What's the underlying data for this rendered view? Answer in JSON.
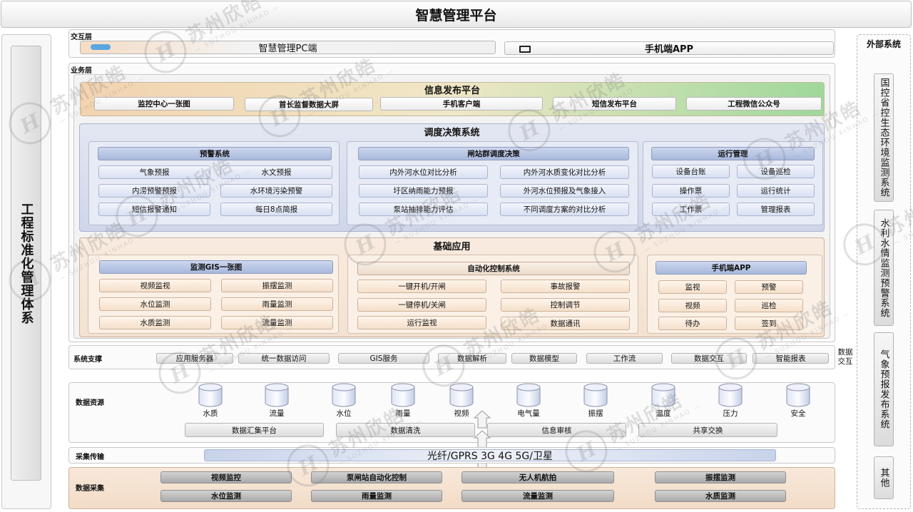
{
  "title": "智慧管理平台",
  "left_label": "工程标准化管理体系",
  "external": {
    "title": "外部系统",
    "items": [
      "国控省控生态环境监测系统",
      "水利水情监测预警系统",
      "气象预报发布系统",
      "其他"
    ]
  },
  "interaction": {
    "label": "交互层",
    "pc": "智慧管理PC端",
    "app": "手机端APP"
  },
  "business": {
    "label": "业务层",
    "info_platform": {
      "title": "信息发布平台",
      "items": [
        "监控中心一张图",
        "首长监督数据大屏",
        "手机客户端",
        "短信发布平台",
        "工程微信公众号"
      ]
    },
    "dispatch": {
      "title": "调度决策系统",
      "warning": {
        "title": "预警系统",
        "items": [
          "气象预报",
          "水文预报",
          "内涝预警预报",
          "水环境污染预警",
          "短信报警通知",
          "每日8点简报"
        ]
      },
      "gates": {
        "title": "闸站群调度决策",
        "items": [
          "内外河水位对比分析",
          "内外河水质变化对比分析",
          "圩区纳雨能力预报",
          "外河水位预报及气象接入",
          "泵站抽排能力评估",
          "不同调度方案的对比分析"
        ]
      },
      "ops": {
        "title": "运行管理",
        "items": [
          "设备台账",
          "设备巡检",
          "操作票",
          "运行统计",
          "工作票",
          "管理报表"
        ]
      }
    },
    "basic": {
      "title": "基础应用",
      "gis": {
        "title": "监测GIS一张图",
        "items": [
          "视频监视",
          "振摆监测",
          "水位监测",
          "雨量监测",
          "水质监测",
          "流量监测"
        ]
      },
      "auto": {
        "title": "自动化控制系统",
        "items": [
          "一键开机/开闸",
          "事故报警",
          "一键停机/关闸",
          "控制调节",
          "运行监视",
          "数据通讯"
        ]
      },
      "app": {
        "title": "手机端APP",
        "items": [
          "监视",
          "预警",
          "视频",
          "巡检",
          "待办",
          "签到"
        ]
      }
    }
  },
  "support": {
    "label": "系统支撑",
    "items": [
      "应用服务器",
      "统一数据访问",
      "GIS服务",
      "数据解析",
      "数据模型",
      "工作流",
      "数据交互",
      "智能报表"
    ],
    "side": "数据交互"
  },
  "resources": {
    "label": "数据资源",
    "dbs": [
      "水质",
      "流量",
      "水位",
      "雨量",
      "视频",
      "电气量",
      "振摆",
      "温度",
      "压力",
      "安全"
    ],
    "platforms": [
      "数据汇集平台",
      "数据清洗",
      "信息审核",
      "共享交换"
    ]
  },
  "transport": {
    "label": "采集传输",
    "text": "光纤/GPRS 3G 4G 5G/卫星"
  },
  "collection": {
    "label": "数据采集",
    "items": [
      "视频监控",
      "泵闸站自动化控制",
      "无人机航拍",
      "振摆监测",
      "水位监测",
      "雨量监测",
      "流量监测",
      "水质监测"
    ]
  },
  "watermark": {
    "cn": "苏州欣皓",
    "en": "SUZHOU XINHAO"
  },
  "colors": {
    "info_from": "#f3d3b0",
    "info_to": "#9fd89a",
    "accent_blue": "#8fa3cf",
    "peach": "#f7e4d2"
  }
}
